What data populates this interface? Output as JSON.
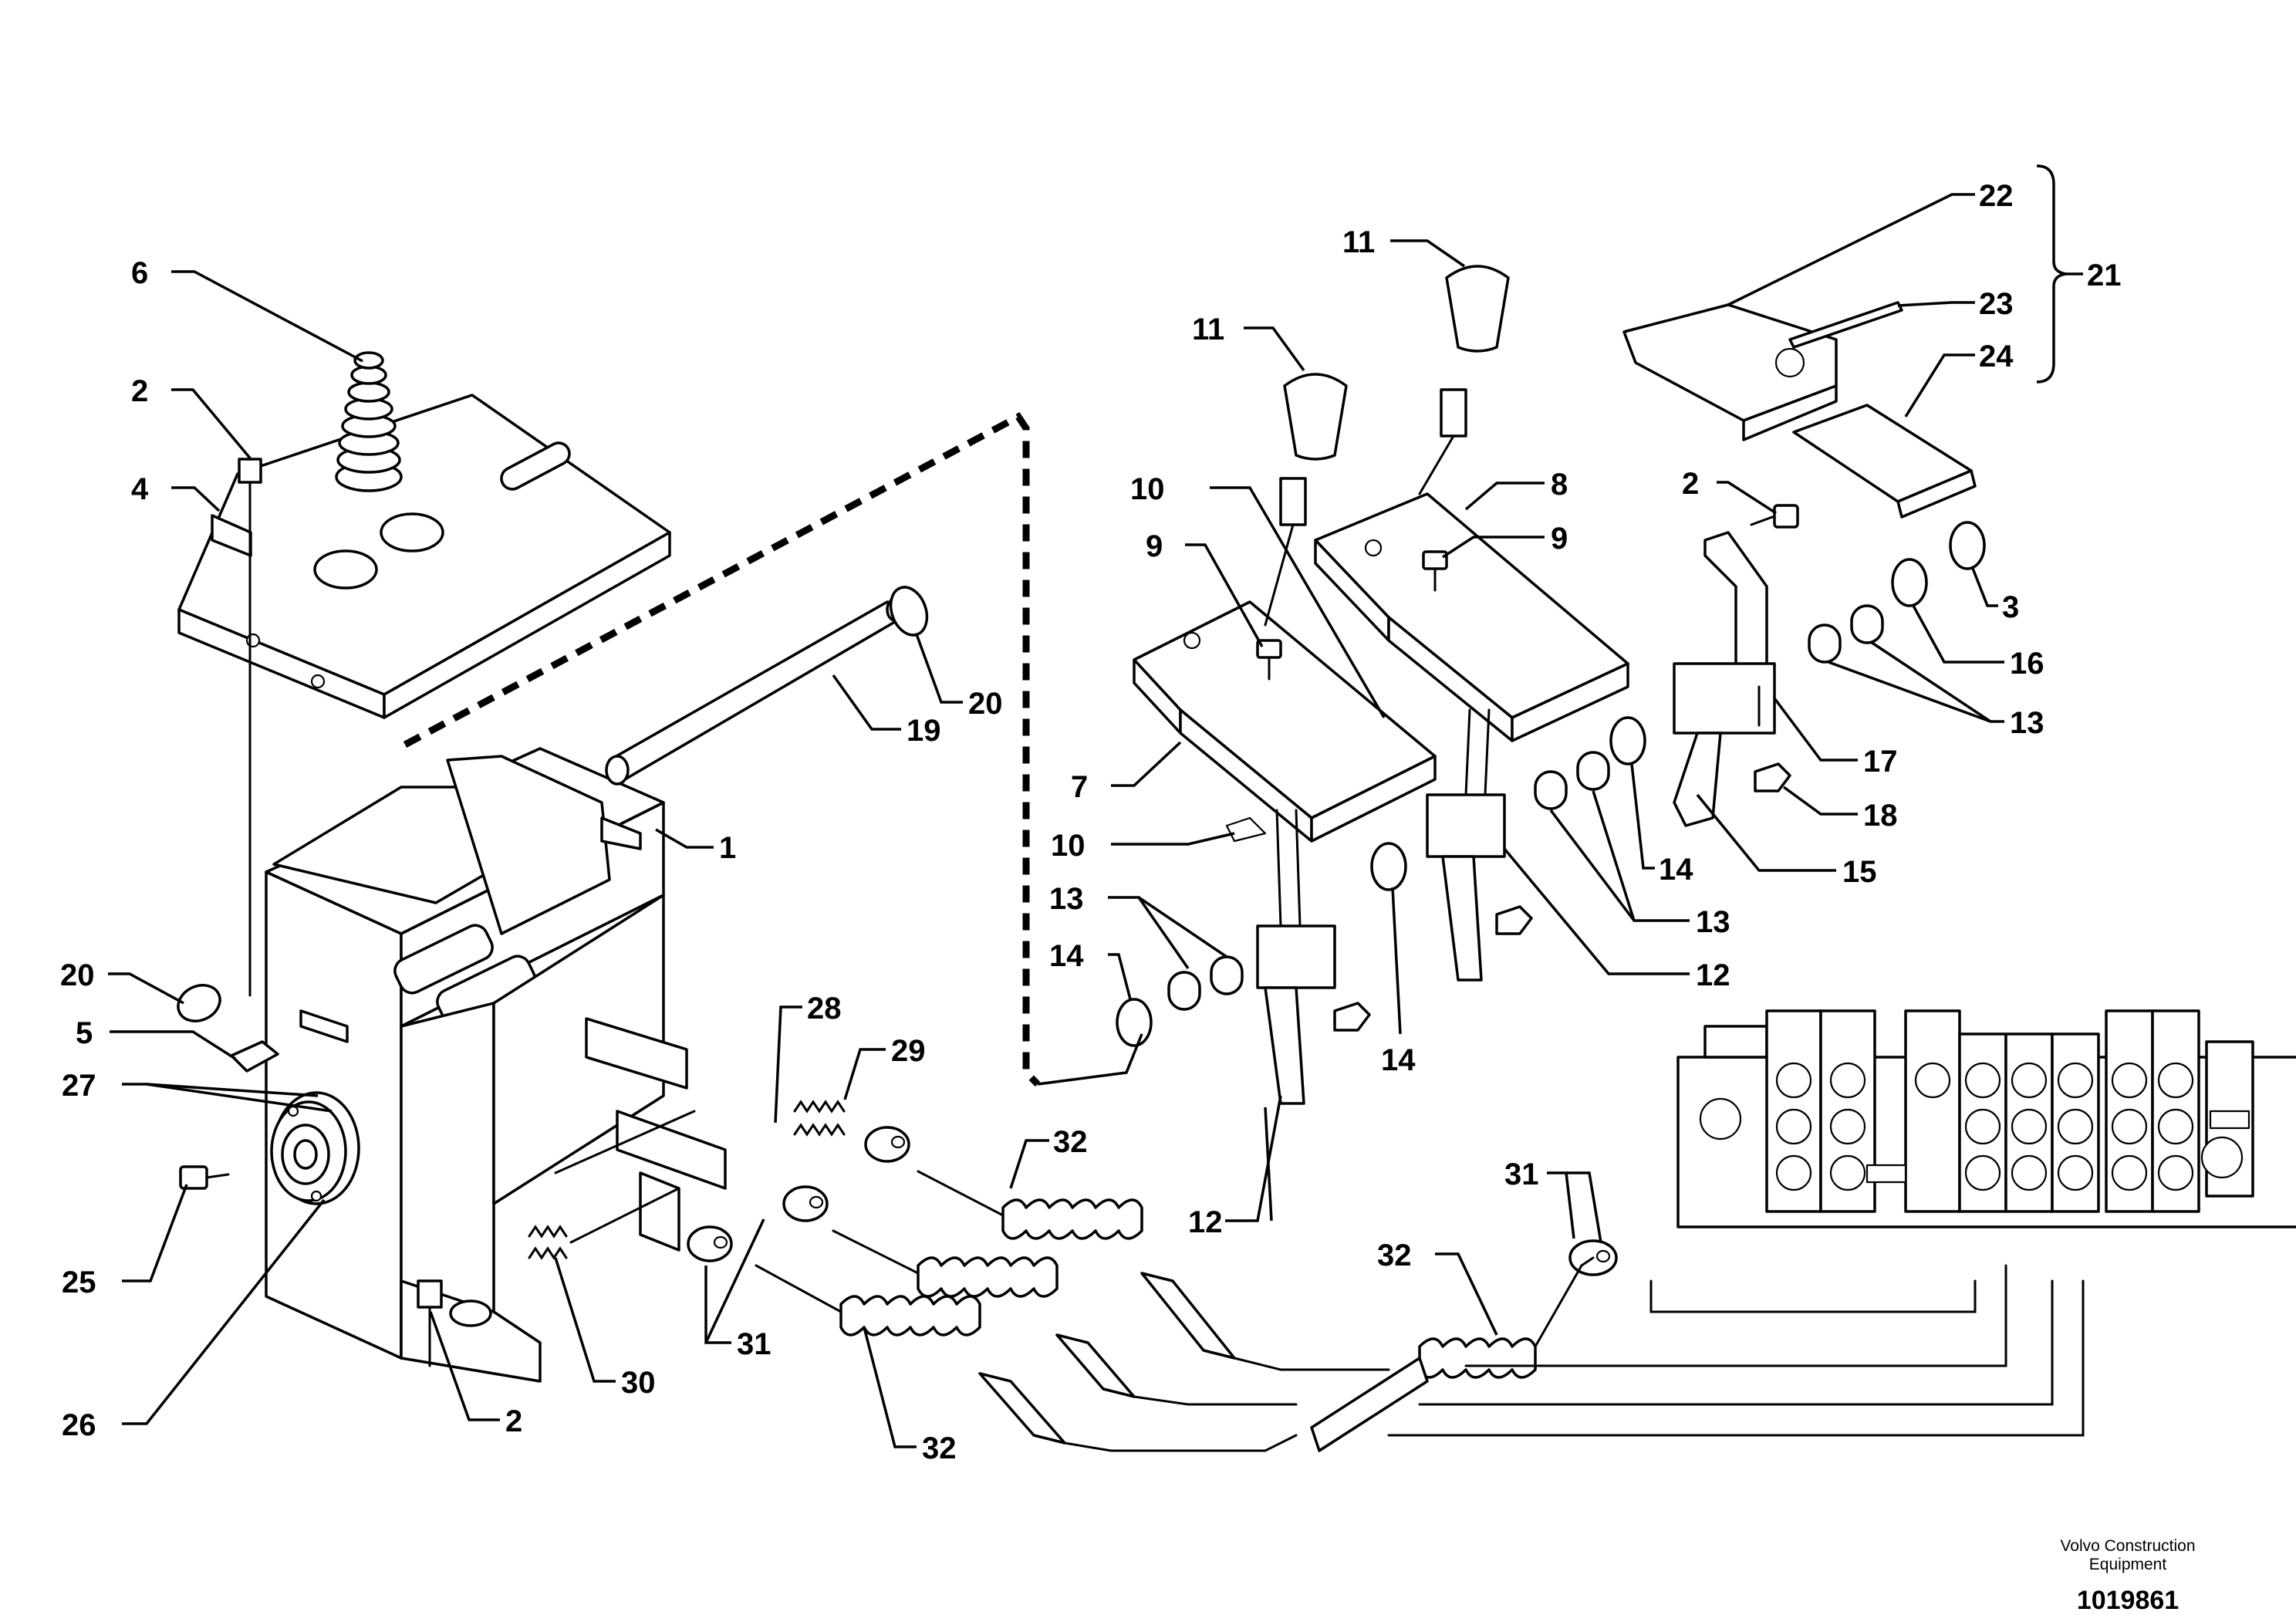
{
  "callouts": [
    "1",
    "2",
    "2",
    "2",
    "3",
    "4",
    "5",
    "6",
    "7",
    "8",
    "9",
    "9",
    "10",
    "10",
    "11",
    "11",
    "12",
    "12",
    "12",
    "13",
    "13",
    "13",
    "13",
    "14",
    "14",
    "14",
    "14",
    "15",
    "16",
    "17",
    "18",
    "19",
    "20",
    "20",
    "21",
    "22",
    "23",
    "24",
    "25",
    "26",
    "27",
    "28",
    "29",
    "30",
    "31",
    "31",
    "32",
    "32",
    "32"
  ],
  "footer": {
    "credit_line1": "Volvo Construction",
    "credit_line2": "Equipment",
    "doc_number": "1019861"
  }
}
